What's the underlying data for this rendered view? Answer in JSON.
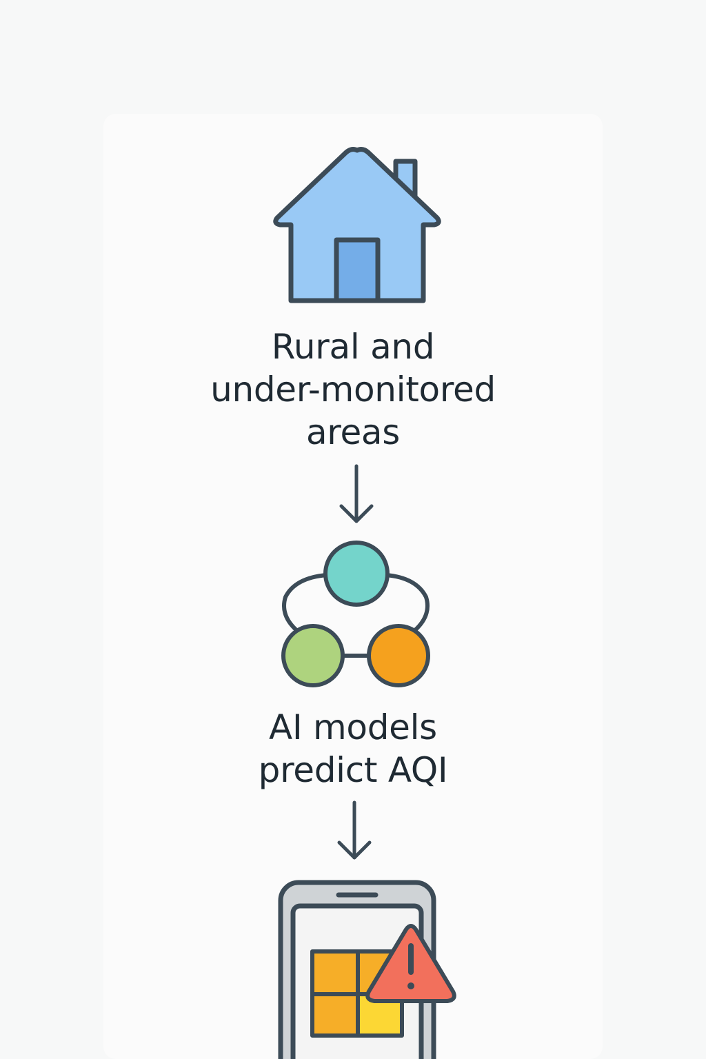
{
  "flow": {
    "steps": [
      {
        "icon": "house-icon",
        "label": "Rural and\nunder-monitored\nareas"
      },
      {
        "icon": "network-nodes-icon",
        "label": "AI models\npredict AQI"
      },
      {
        "icon": "smartphone-alert-icon",
        "label": ""
      }
    ],
    "connectors": [
      "arrow-down",
      "arrow-down"
    ]
  },
  "colors": {
    "outline": "#3c4b57",
    "house_fill": "#99c9f5",
    "door_fill": "#74ade8",
    "node_teal": "#74d4cb",
    "node_green": "#aed37e",
    "node_orange": "#f5a11e",
    "phone_frame": "#cfd3d6",
    "screen": "#f4f4f4",
    "grid_orange": "#f6ae28",
    "grid_yellow": "#fcd734",
    "warning_red": "#f2705c"
  }
}
